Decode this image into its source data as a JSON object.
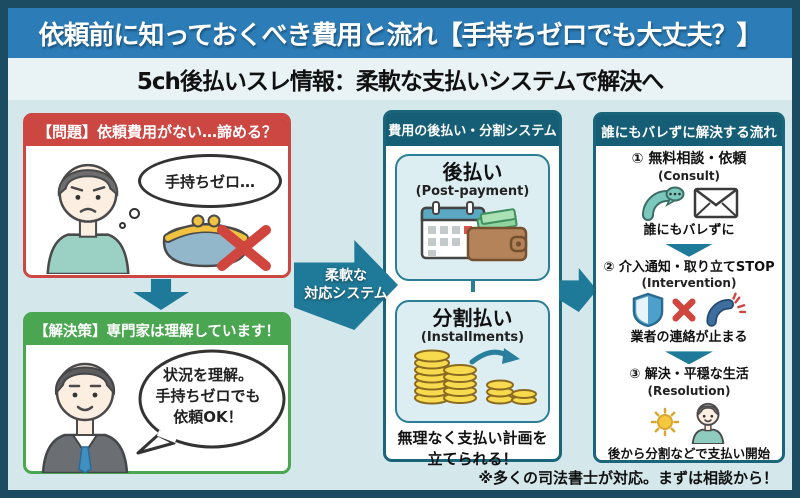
{
  "title": "依頼前に知っておくべき費用と流れ【手持ちゼロでも大丈夫？】",
  "subtitle": "5ch後払いスレ情報：柔軟な支払いシステムで解決へ",
  "problem_panel": {
    "header": "【問題】依頼費用がない…諦める？",
    "thought_bubble": "手持ちゼロ…"
  },
  "solution_panel": {
    "header": "【解決策】専門家は理解しています！",
    "speech": {
      "line1": "状況を理解。",
      "line2": "手持ちゼロでも",
      "line3": "依頼OK！"
    }
  },
  "flex_arrow": {
    "line1": "柔軟な",
    "line2": "対応システム"
  },
  "system_panel": {
    "header": "費用の後払い・分割システム",
    "postpay": {
      "title": "後払い",
      "subtitle": "(Post-payment)"
    },
    "installments": {
      "title": "分割払い",
      "subtitle": "(Installments)"
    },
    "note": {
      "line1": "無理なく支払い計画を",
      "line2": "立てられる！"
    }
  },
  "flow_panel": {
    "header": "誰にもバレずに解決する流れ",
    "steps": [
      {
        "title": "① 無料相談・依頼",
        "subtitle": "(Consult)",
        "caption": "誰にもバレずに"
      },
      {
        "title": "② 介入通知・取り立てSTOP",
        "subtitle": "(Intervention)",
        "caption": "業者の連絡が止まる"
      },
      {
        "title": "③ 解決・平穏な生活",
        "subtitle": "(Resolution)",
        "caption": "後から分割などで支払い開始"
      }
    ]
  },
  "footer_note": "※多くの司法書士が対応。まずは相談から！",
  "colors": {
    "title_bar": "#2b7cb7",
    "frame": "#1c4c61",
    "problem_red": "#cc4742",
    "solution_green": "#4aa650",
    "panel_teal_dark": "#155e75",
    "arrow_teal": "#1f7a99",
    "bg_light": "#d4e8ec"
  }
}
